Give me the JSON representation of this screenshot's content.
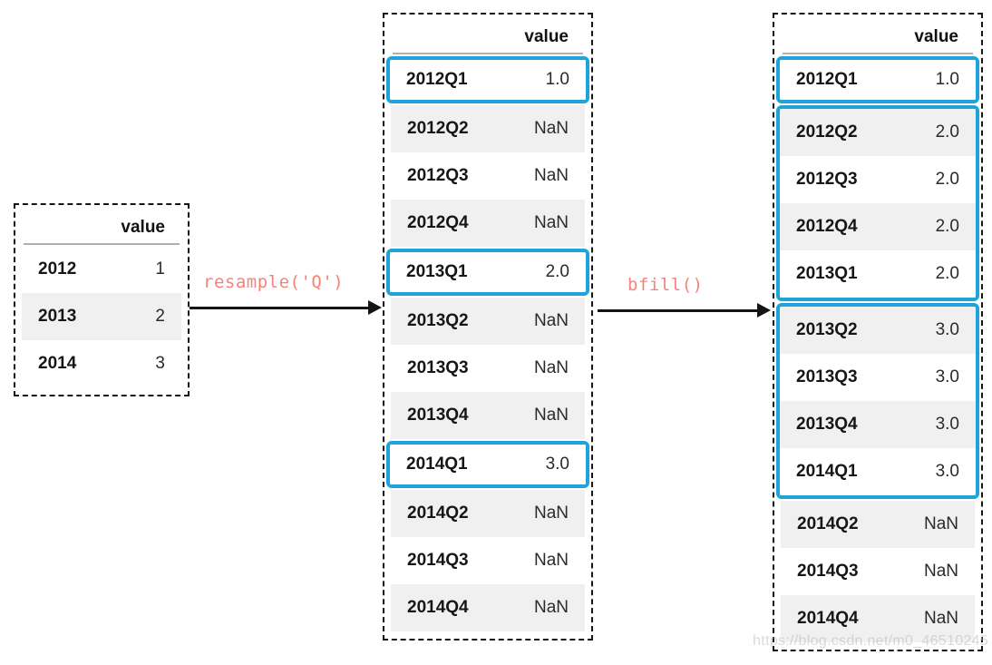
{
  "colors": {
    "highlight_blue": "#1ea4da",
    "arrow_label_salmon": "#f3837b",
    "row_alt_gray": "#f0f0f1",
    "border_black": "#161616"
  },
  "watermark": "https://blog.csdn.net/m0_46510245",
  "arrows": {
    "resample_label": "resample('Q')",
    "bfill_label": "bfill()"
  },
  "left_table": {
    "header": "value",
    "rows": [
      {
        "index": "2012",
        "value": "1"
      },
      {
        "index": "2013",
        "value": "2"
      },
      {
        "index": "2014",
        "value": "3"
      }
    ]
  },
  "middle_table": {
    "header": "value",
    "rows": [
      {
        "index": "2012Q1",
        "value": "1.0"
      },
      {
        "index": "2012Q2",
        "value": "NaN"
      },
      {
        "index": "2012Q3",
        "value": "NaN"
      },
      {
        "index": "2012Q4",
        "value": "NaN"
      },
      {
        "index": "2013Q1",
        "value": "2.0"
      },
      {
        "index": "2013Q2",
        "value": "NaN"
      },
      {
        "index": "2013Q3",
        "value": "NaN"
      },
      {
        "index": "2013Q4",
        "value": "NaN"
      },
      {
        "index": "2014Q1",
        "value": "3.0"
      },
      {
        "index": "2014Q2",
        "value": "NaN"
      },
      {
        "index": "2014Q3",
        "value": "NaN"
      },
      {
        "index": "2014Q4",
        "value": "NaN"
      }
    ]
  },
  "right_table": {
    "header": "value",
    "rows": [
      {
        "index": "2012Q1",
        "value": "1.0"
      },
      {
        "index": "2012Q2",
        "value": "2.0"
      },
      {
        "index": "2012Q3",
        "value": "2.0"
      },
      {
        "index": "2012Q4",
        "value": "2.0"
      },
      {
        "index": "2013Q1",
        "value": "2.0"
      },
      {
        "index": "2013Q2",
        "value": "3.0"
      },
      {
        "index": "2013Q3",
        "value": "3.0"
      },
      {
        "index": "2013Q4",
        "value": "3.0"
      },
      {
        "index": "2014Q1",
        "value": "3.0"
      },
      {
        "index": "2014Q2",
        "value": "NaN"
      },
      {
        "index": "2014Q3",
        "value": "NaN"
      },
      {
        "index": "2014Q4",
        "value": "NaN"
      }
    ]
  }
}
